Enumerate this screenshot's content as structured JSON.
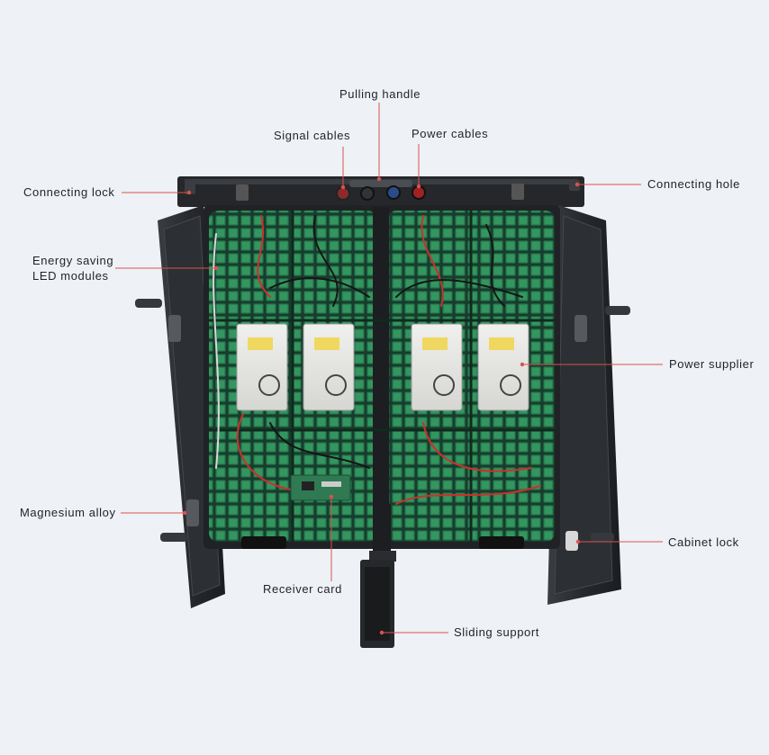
{
  "diagram": {
    "callouts": [
      {
        "id": "pulling-handle",
        "text": "Pulling handle"
      },
      {
        "id": "signal-cables",
        "text": "Signal cables"
      },
      {
        "id": "power-cables",
        "text": "Power cables"
      },
      {
        "id": "connecting-lock",
        "text": "Connecting lock"
      },
      {
        "id": "connecting-hole",
        "text": "Connecting hole"
      },
      {
        "id": "energy-saving-led-modules",
        "line1": "Energy saving",
        "line2": "LED modules"
      },
      {
        "id": "power-supplier",
        "text": "Power supplier"
      },
      {
        "id": "magnesium-alloy",
        "text": "Magnesium alloy"
      },
      {
        "id": "cabinet-lock",
        "text": "Cabinet lock"
      },
      {
        "id": "receiver-card",
        "text": "Receiver card"
      },
      {
        "id": "sliding-support",
        "text": "Sliding support"
      }
    ]
  },
  "colors": {
    "background": "#eef1f6",
    "leader_line": "#d9534f",
    "frame": "#2f3236",
    "frame_dark": "#1e2023",
    "led_green": "#1f6b45",
    "led_green_light": "#2f8a5a",
    "psu": "#e6e6e4",
    "wire_red": "#c8322b",
    "wire_black": "#151515",
    "pcb": "#2f7a52"
  }
}
